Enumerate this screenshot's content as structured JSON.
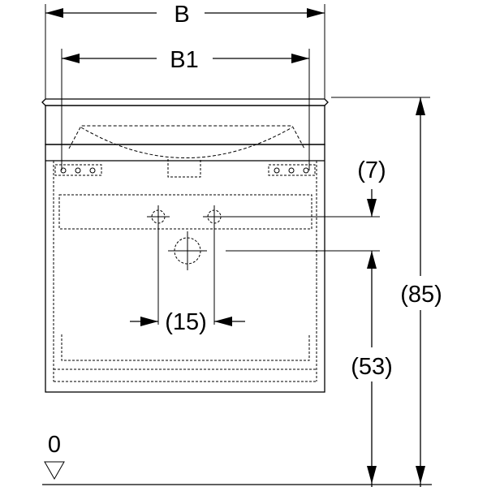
{
  "dimensions": {
    "width_label": "B",
    "basin_width_label": "B1",
    "drain_offset_label": "(7)",
    "total_height_label": "(85)",
    "drain_height_label": "(53)",
    "pipe_spacing_label": "(15)",
    "floor_label": "0"
  },
  "icons": {
    "floor_marker": "triangle-down-icon",
    "drain_marker": "crosshair-circle-icon"
  }
}
